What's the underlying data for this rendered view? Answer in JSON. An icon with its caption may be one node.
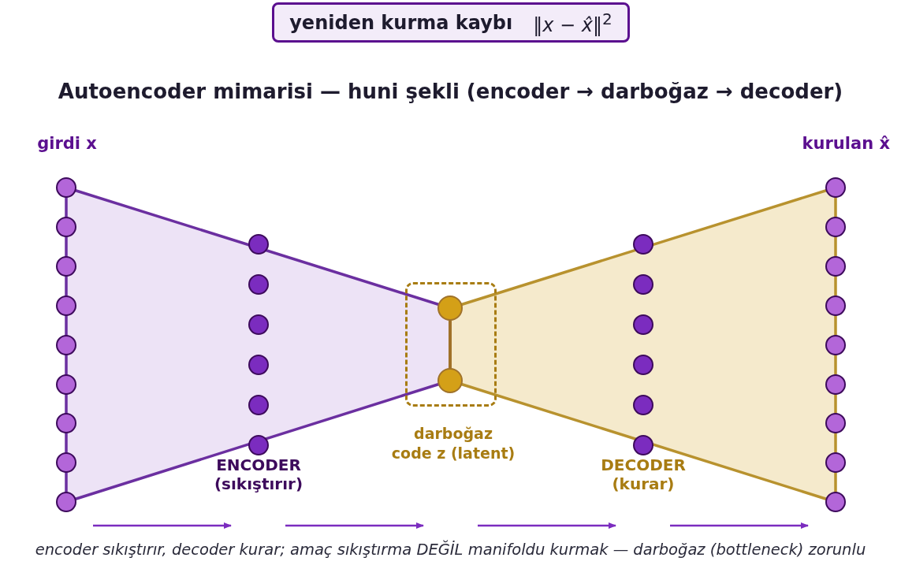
{
  "diagram": {
    "title": "Autoencoder mimarisi — huni şekli (encoder → darboğaz → decoder)",
    "caption": "encoder sıkıştırır, decoder kurar; amaç sıkıştırma DEĞİL manifoldu kurmak — darboğaz (bottleneck) zorunlu",
    "nodes": [
      {
        "text": [
          "yeniden kurma kaybı",
          "‖*x* − *x̂*‖$^{2}$"
        ]
      },
      {
        "text": [],
        "shape": "circle"
      },
      {
        "text": [],
        "shape": "circle"
      },
      {
        "text": [],
        "shape": "circle"
      },
      {
        "text": [],
        "shape": "circle"
      },
      {
        "text": [],
        "shape": "circle"
      },
      {
        "text": [],
        "shape": "circle"
      },
      {
        "text": [],
        "shape": "circle"
      },
      {
        "text": [],
        "shape": "circle"
      },
      {
        "text": [],
        "shape": "circle"
      },
      {
        "text": [],
        "shape": "circle"
      },
      {
        "text": [],
        "shape": "circle"
      },
      {
        "text": [],
        "shape": "circle"
      },
      {
        "text": [],
        "shape": "circle"
      },
      {
        "text": [],
        "shape": "circle"
      },
      {
        "text": [],
        "shape": "circle"
      },
      {
        "text": [
          "darboğaz",
          "code z (latent)"
        ]
      },
      {
        "text": [],
        "shape": "circle",
        "in": 16
      },
      {
        "text": [],
        "shape": "circle",
        "in": 16
      },
      {
        "text": [],
        "shape": "circle"
      },
      {
        "text": [],
        "shape": "circle"
      },
      {
        "text": [],
        "shape": "circle"
      },
      {
        "text": [],
        "shape": "circle"
      },
      {
        "text": [],
        "shape": "circle"
      },
      {
        "text": [],
        "shape": "circle"
      },
      {
        "text": [],
        "shape": "circle"
      },
      {
        "text": [],
        "shape": "circle"
      },
      {
        "text": [],
        "shape": "circle"
      },
      {
        "text": [],
        "shape": "circle"
      },
      {
        "text": [],
        "shape": "circle"
      },
      {
        "text": [],
        "shape": "circle"
      },
      {
        "text": [],
        "shape": "circle"
      },
      {
        "text": [],
        "shape": "circle"
      },
      {
        "text": [],
        "shape": "circle"
      }
    ],
    "edges": [
      {
        "from": 17,
        "to": 18,
        "arrow": "none"
      }
    ],
    "labels": [
      "girdi x",
      "kurulan x̂",
      "ENCODER (sıkıştırır)",
      "DECODER (kurar)"
    ]
  }
}
